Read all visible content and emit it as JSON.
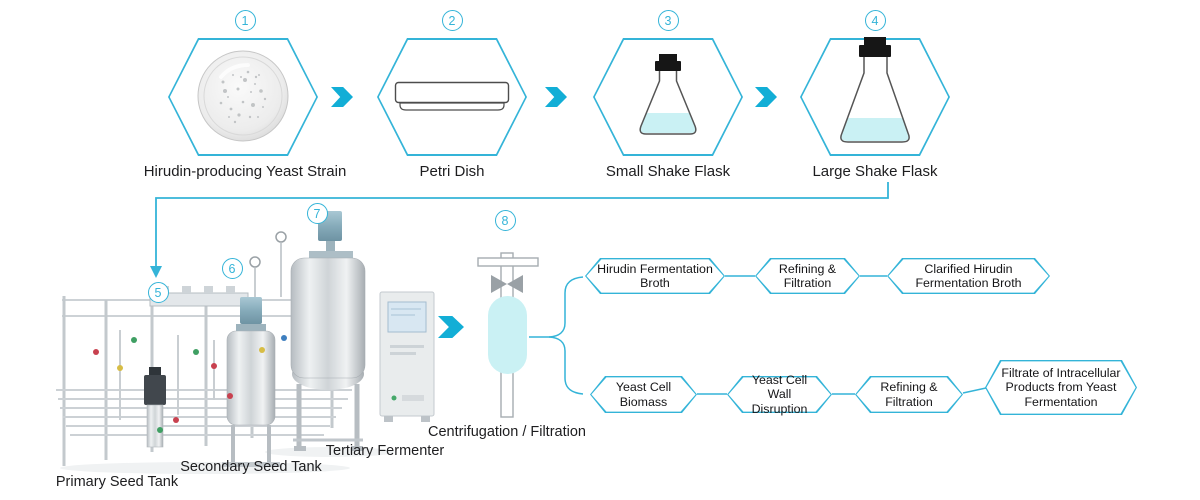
{
  "colors": {
    "accent": "#34b4d8",
    "arrow": "#12aed6",
    "fill_light": "#caf1f4",
    "text": "#1d1d1f"
  },
  "stages": [
    {
      "num": "1",
      "label": "Hirudin-producing Yeast Strain"
    },
    {
      "num": "2",
      "label": "Petri Dish"
    },
    {
      "num": "3",
      "label": "Small Shake Flask"
    },
    {
      "num": "4",
      "label": "Large Shake Flask"
    }
  ],
  "equipment": {
    "items": [
      {
        "num": "5",
        "label": "Primary Seed Tank"
      },
      {
        "num": "6",
        "label": "Secondary Seed Tank"
      },
      {
        "num": "7",
        "label": "Tertiary Fermenter"
      }
    ]
  },
  "separation": {
    "num": "8",
    "label": "Centrifugation / Filtration"
  },
  "branches": {
    "top": [
      [
        "Hirudin Fermentation",
        "Broth"
      ],
      [
        "Refining &",
        "Filtration"
      ],
      [
        "Clarified Hirudin",
        "Fermentation Broth"
      ]
    ],
    "bottom": [
      [
        "Yeast Cell",
        "Biomass"
      ],
      [
        "Yeast Cell Wall",
        "Disruption"
      ],
      [
        "Refining &",
        "Filtration"
      ],
      [
        "Filtrate of Intracellular",
        "Products from Yeast",
        "Fermentation"
      ]
    ]
  }
}
